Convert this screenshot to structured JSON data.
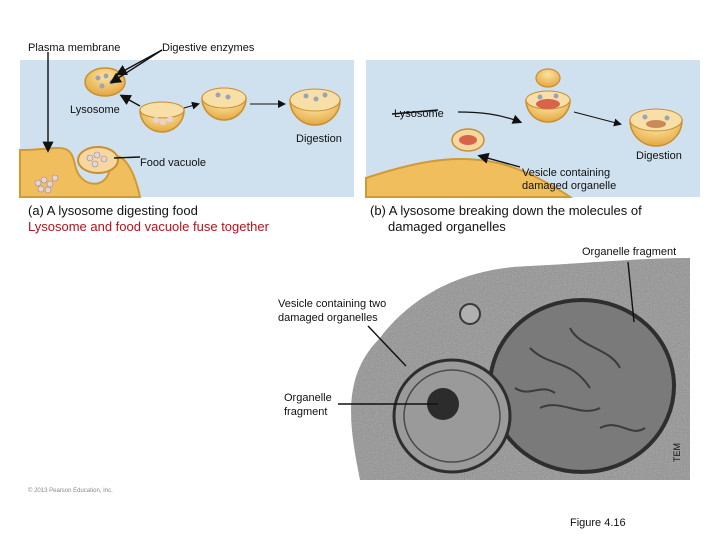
{
  "labels": {
    "plasma_membrane": "Plasma membrane",
    "digestive_enzymes": "Digestive enzymes",
    "lysosome_a": "Lysosome",
    "lysosome_b": "Lysosome",
    "digestion_a": "Digestion",
    "digestion_b": "Digestion",
    "food_vacuole": "Food vacuole",
    "vesicle_damaged_line1": "Vesicle containing",
    "vesicle_damaged_line2": "damaged organelle",
    "organelle_fragment_top": "Organelle fragment",
    "vesicle_two_line1": "Vesicle containing two",
    "vesicle_two_line2": "damaged organelles",
    "organelle_fragment_line1": "Organelle",
    "organelle_fragment_line2": "fragment",
    "tem": "TEM"
  },
  "captions": {
    "a_title": "(a)  A lysosome digesting food",
    "a_subtitle": "Lysosome and food vacuole fuse together",
    "b_title_line1": "(b) A lysosome breaking down the molecules of",
    "b_title_line2": "damaged organelles"
  },
  "footer": {
    "copyright": "© 2013 Pearson Education, Inc.",
    "figure": "Figure 4.16"
  },
  "colors": {
    "panel_bg": "#cfe0ee",
    "membrane": "#e8b54c",
    "lysosome_fill": "#f2c46a",
    "caption_red": "#b5121b"
  }
}
